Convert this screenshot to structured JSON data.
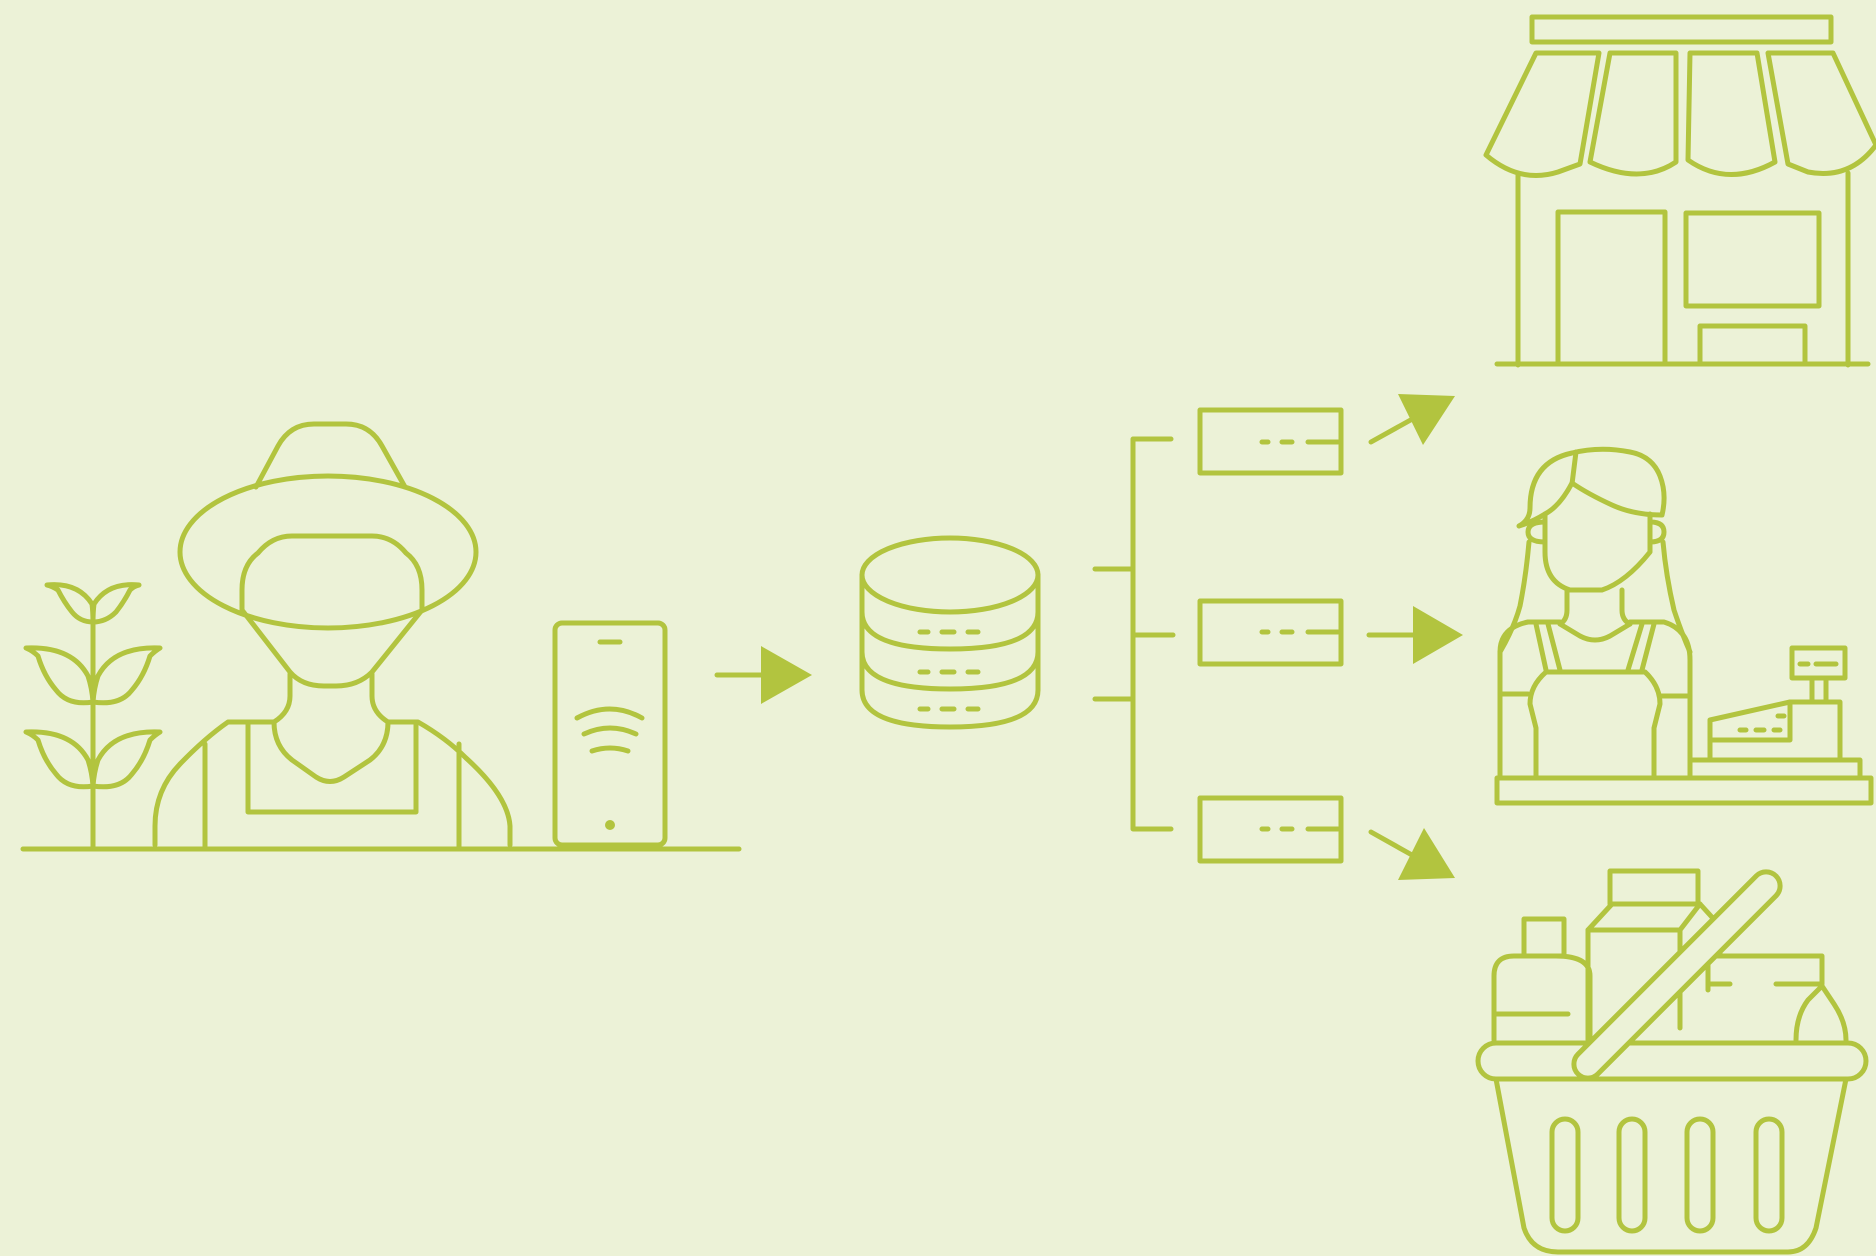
{
  "diagram": {
    "background_color": "#ecf2d7",
    "line_color": "#b2c43f",
    "nodes": [
      {
        "id": "farmer",
        "icon": "farmer-icon"
      },
      {
        "id": "plant",
        "icon": "plant-icon"
      },
      {
        "id": "phone",
        "icon": "smartphone-wifi-icon"
      },
      {
        "id": "database",
        "icon": "database-icon"
      },
      {
        "id": "servers",
        "icon": "server-rack-icon",
        "count": 3
      },
      {
        "id": "store",
        "icon": "storefront-icon"
      },
      {
        "id": "cashier",
        "icon": "cashier-icon"
      },
      {
        "id": "basket",
        "icon": "grocery-basket-icon"
      }
    ],
    "flow": [
      [
        "phone",
        "database"
      ],
      [
        "database",
        "servers"
      ],
      [
        "servers",
        "store"
      ],
      [
        "servers",
        "cashier"
      ],
      [
        "servers",
        "basket"
      ]
    ]
  }
}
